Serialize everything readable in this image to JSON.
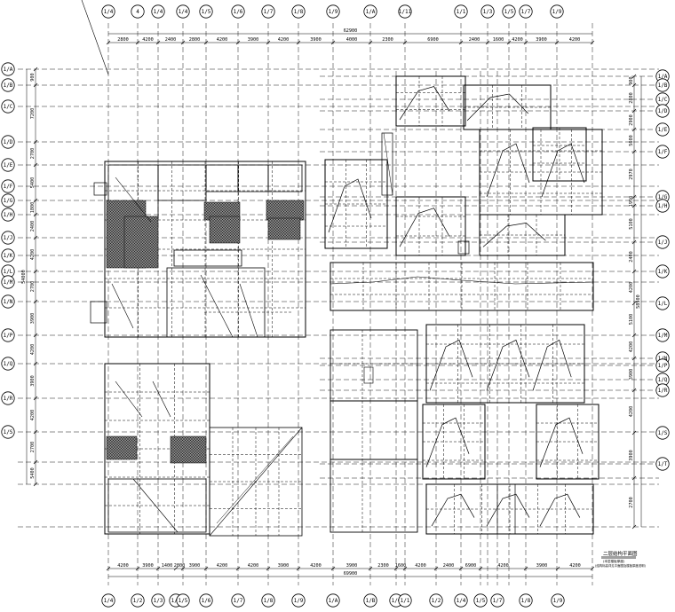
{
  "drawing": {
    "title": "二层结构平面图",
    "subtitle_1": "(本层楼板厚度)",
    "subtitle_2": "(结构标高详见平面图及楼板厚度说明)"
  },
  "top_axes": [
    "1/4",
    "4",
    "1/4",
    "1/4",
    "1/5",
    "1/6",
    "1/7",
    "1/8",
    "1/9",
    "1/A",
    "1/11",
    "1/1",
    "1/3",
    "1/5",
    "1/7",
    "1/9"
  ],
  "bottom_axes": [
    "1/4",
    "1/2",
    "1/3",
    "1/4",
    "1/5",
    "1/6",
    "1/7",
    "1/8",
    "1/9",
    "1/A",
    "1/B",
    "1/C",
    "1/1",
    "1/2",
    "1/4",
    "1/5",
    "1/7",
    "1/8",
    "1/9"
  ],
  "left_axes": [
    "1/A",
    "1/B",
    "1/C",
    "1/D",
    "1/E",
    "1/F",
    "1/G",
    "1/H",
    "1/J",
    "1/K",
    "1/L",
    "1/M",
    "1/N",
    "1/P",
    "1/Q",
    "1/R",
    "1/S"
  ],
  "right_axes": [
    "1/A",
    "1/B",
    "1/C",
    "1/D",
    "1/E",
    "1/F",
    "1/G",
    "1/H",
    "1/J",
    "1/K",
    "1/L",
    "1/M",
    "1/N",
    "1/P",
    "1/Q",
    "1/R",
    "1/S",
    "1/T"
  ],
  "top_dims": [
    "2800",
    "4200",
    "2400",
    "2800",
    "4200",
    "3900",
    "4200",
    "3900",
    "4000",
    "2300",
    "6900",
    "2400",
    "1600",
    "4200",
    "3900",
    "4200"
  ],
  "top_total": "62900",
  "bottom_dims": [
    "4200",
    "3900",
    "1400",
    "2800",
    "3900",
    "4200",
    "4200",
    "3900",
    "4200",
    "3900",
    "2300",
    "1600",
    "4200",
    "2400",
    "6900",
    "4200",
    "3900",
    "4200"
  ],
  "bottom_total": "69900",
  "left_dims": [
    "900",
    "7200",
    "2700",
    "5400",
    "1800",
    "2400",
    "4200",
    "2700",
    "3900",
    "4200",
    "3900",
    "4200",
    "2700",
    "5400"
  ],
  "left_total": "54000",
  "right_dims": [
    "900",
    "2800",
    "2900",
    "5600",
    "2970",
    "1950",
    "5100",
    "2400",
    "4200",
    "5100",
    "4200",
    "3900",
    "4200",
    "3900",
    "2700"
  ],
  "right_total": "58500"
}
